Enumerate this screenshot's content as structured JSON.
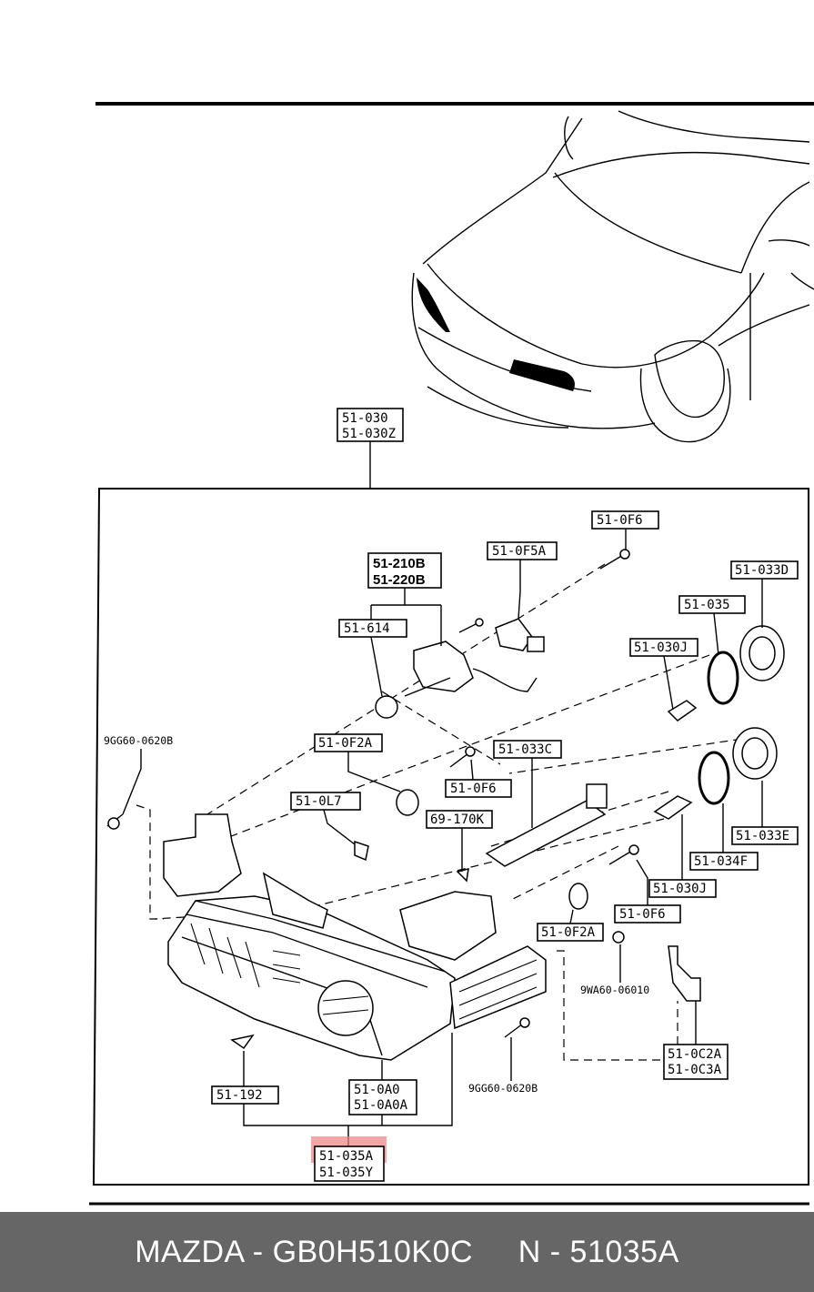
{
  "colors": {
    "highlight": "#f08080",
    "footer_bg": "#666666",
    "footer_text": "#ffffff"
  },
  "labels": {
    "top_assembly": [
      "51-030",
      "51-030Z"
    ],
    "bulb_210_220": [
      "51-210B",
      "51-220B"
    ],
    "p_51_614": "51-614",
    "p_51_0F5A": "51-0F5A",
    "p_51_0F6_top": "51-0F6",
    "p_51_033D": "51-033D",
    "p_51_035": "51-035",
    "p_51_030J_top": "51-030J",
    "p_9GG60_0620B_left": "9GG60-0620B",
    "p_51_0F2A_top": "51-0F2A",
    "p_51_033C": "51-033C",
    "p_51_0F6_mid": "51-0F6",
    "p_51_0L7": "51-0L7",
    "p_69_170K": "69-170K",
    "p_51_033E": "51-033E",
    "p_51_034F": "51-034F",
    "p_51_030J_bottom": "51-030J",
    "p_51_0F6_bottom": "51-0F6",
    "p_51_0F2A_bottom": "51-0F2A",
    "p_9WA60_06010": "9WA60-06010",
    "p_51_0C2A_0C3A": [
      "51-0C2A",
      "51-0C3A"
    ],
    "p_51_192": "51-192",
    "p_51_0A0": [
      "51-0A0",
      "51-0A0A"
    ],
    "p_9GG60_0620B_bottom": "9GG60-0620B",
    "p_51_035A": "51-035A",
    "p_51_035Y": "51-035Y"
  },
  "footer": {
    "text": "MAZDA - GB0H510K0C     N - 51035A"
  }
}
